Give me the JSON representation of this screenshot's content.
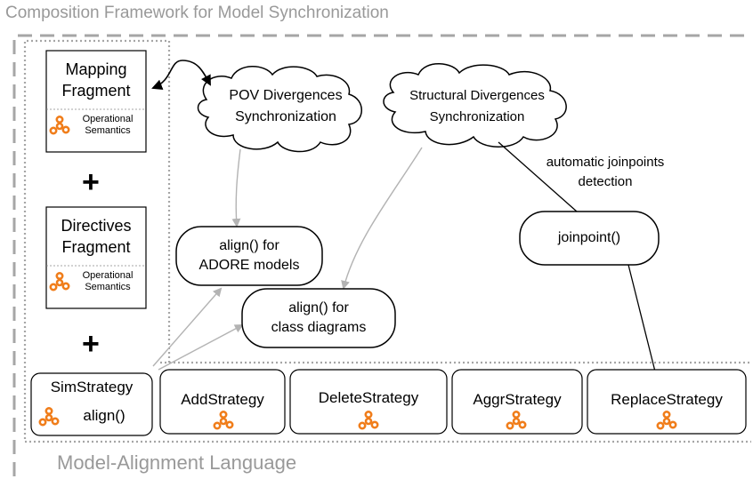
{
  "framework": {
    "title": "Composition Framework for Model Synchronization"
  },
  "language": {
    "title": "Model-Alignment Language"
  },
  "fragments": [
    {
      "title_line1": "Mapping",
      "title_line2": "Fragment",
      "semantics_line1": "Operational",
      "semantics_line2": "Semantics"
    },
    {
      "title_line1": "Directives",
      "title_line2": "Fragment",
      "semantics_line1": "Operational",
      "semantics_line2": "Semantics"
    }
  ],
  "plus_symbol": "+",
  "clouds": [
    {
      "line1": "POV Divergences",
      "line2": "Synchronization"
    },
    {
      "line1": "Structural Divergences",
      "line2": "Synchronization"
    }
  ],
  "align_boxes": [
    {
      "line1": "align() for",
      "line2": "ADORE models"
    },
    {
      "line1": "align() for",
      "line2": "class diagrams"
    }
  ],
  "joinpoint": {
    "label": "joinpoint()",
    "note_line1": "automatic joinpoints",
    "note_line2": "detection"
  },
  "strategies": [
    {
      "name": "SimStrategy",
      "method": "align()"
    },
    {
      "name": "AddStrategy"
    },
    {
      "name": "DeleteStrategy"
    },
    {
      "name": "AggrStrategy"
    },
    {
      "name": "ReplaceStrategy"
    }
  ],
  "colors": {
    "framework_border": "#a6a6a6",
    "language_border": "#a6a6a6",
    "semantics_icon": "#f07d1a",
    "connector_gray": "#b3b3b3"
  },
  "icons": {
    "semantics": "gear-triad-icon"
  }
}
